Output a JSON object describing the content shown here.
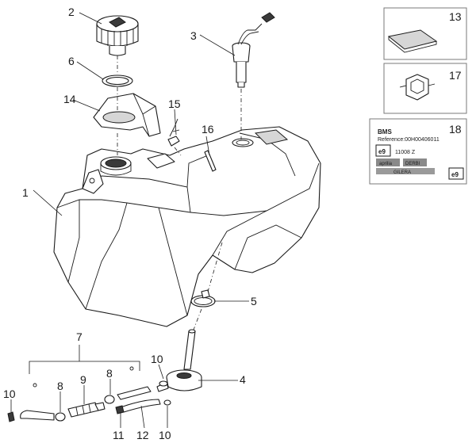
{
  "callouts": [
    "1",
    "2",
    "3",
    "4",
    "5",
    "6",
    "7",
    "8",
    "8",
    "9",
    "10",
    "10",
    "10",
    "11",
    "12",
    "13",
    "14",
    "15",
    "16",
    "17",
    "18"
  ],
  "label_card": {
    "line1": "BMS",
    "line2": "Reference:00H00406011",
    "mark": "e9",
    "code": "11008 Z",
    "brand1": "aprilia",
    "brand2": "DERBI",
    "brand3": "GILERA",
    "corner_mark": "e9"
  }
}
